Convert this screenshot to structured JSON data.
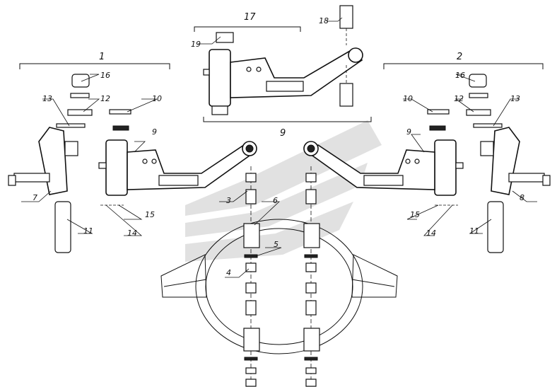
{
  "diagram": {
    "assembly_labels": {
      "left_group": "1",
      "right_group": "2",
      "top_group": "17",
      "center_bottom": "9"
    },
    "part_labels": {
      "p3": "3",
      "p4": "4",
      "p5": "5",
      "p6": "6",
      "p7": "7",
      "p8": "8",
      "p9_left": "9",
      "p9_right": "9",
      "p10_left": "10",
      "p10_right": "10",
      "p11_left": "11",
      "p11_right": "11",
      "p12_left": "12",
      "p12_right": "12",
      "p13_left": "13",
      "p13_right": "13",
      "p14_left": "14",
      "p14_right": "14",
      "p15_left": "15",
      "p15_right": "15",
      "p16_left": "16",
      "p16_right": "16",
      "p18": "18",
      "p19": "19"
    },
    "colors": {
      "line": "#111111",
      "watermark": "#c8c8c8"
    }
  }
}
